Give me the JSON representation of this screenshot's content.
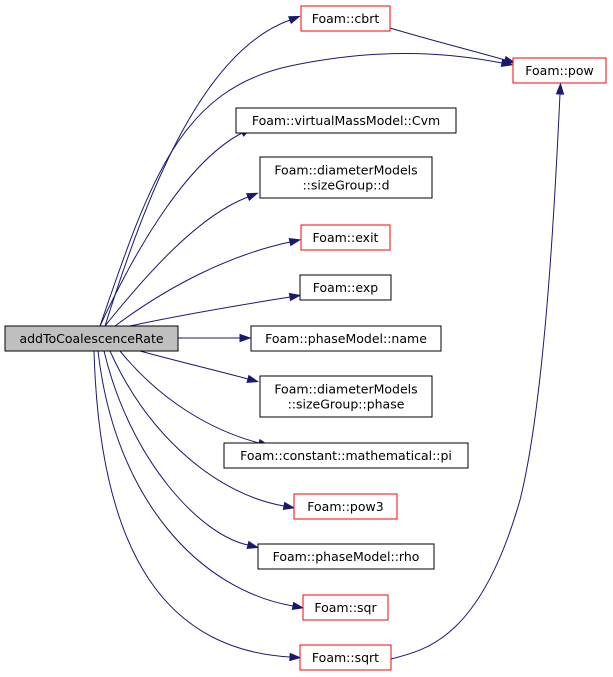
{
  "graph": {
    "root": {
      "id": "root",
      "lines": [
        "addToCoalescenceRate"
      ]
    },
    "nodes": [
      {
        "id": "cbrt",
        "lines": [
          "Foam::cbrt"
        ],
        "border": "#ff0000"
      },
      {
        "id": "pow",
        "lines": [
          "Foam::pow"
        ],
        "border": "#ff0000"
      },
      {
        "id": "cvm",
        "lines": [
          "Foam::virtualMassModel::Cvm"
        ],
        "border": "#000000"
      },
      {
        "id": "sgd",
        "lines": [
          "Foam::diameterModels",
          "::sizeGroup::d"
        ],
        "border": "#000000"
      },
      {
        "id": "exit",
        "lines": [
          "Foam::exit"
        ],
        "border": "#ff0000"
      },
      {
        "id": "exp",
        "lines": [
          "Foam::exp"
        ],
        "border": "#000000"
      },
      {
        "id": "pmname",
        "lines": [
          "Foam::phaseModel::name"
        ],
        "border": "#000000"
      },
      {
        "id": "sgphase",
        "lines": [
          "Foam::diameterModels",
          "::sizeGroup::phase"
        ],
        "border": "#000000"
      },
      {
        "id": "pi",
        "lines": [
          "Foam::constant::mathematical::pi"
        ],
        "border": "#000000"
      },
      {
        "id": "pow3",
        "lines": [
          "Foam::pow3"
        ],
        "border": "#ff0000"
      },
      {
        "id": "rho",
        "lines": [
          "Foam::phaseModel::rho"
        ],
        "border": "#000000"
      },
      {
        "id": "sqr",
        "lines": [
          "Foam::sqr"
        ],
        "border": "#ff0000"
      },
      {
        "id": "sqrt",
        "lines": [
          "Foam::sqrt"
        ],
        "border": "#ff0000"
      }
    ],
    "edges": [
      [
        "root",
        "cbrt"
      ],
      [
        "root",
        "pow"
      ],
      [
        "root",
        "cvm"
      ],
      [
        "root",
        "sgd"
      ],
      [
        "root",
        "exit"
      ],
      [
        "root",
        "exp"
      ],
      [
        "root",
        "pmname"
      ],
      [
        "root",
        "sgphase"
      ],
      [
        "root",
        "pi"
      ],
      [
        "root",
        "pow3"
      ],
      [
        "root",
        "rho"
      ],
      [
        "root",
        "sqr"
      ],
      [
        "root",
        "sqrt"
      ],
      [
        "cbrt",
        "pow"
      ],
      [
        "sqrt",
        "pow"
      ]
    ],
    "colors": {
      "edge": "#191970",
      "root_fill": "#bfbfbf",
      "node_fill": "#ffffff"
    }
  }
}
